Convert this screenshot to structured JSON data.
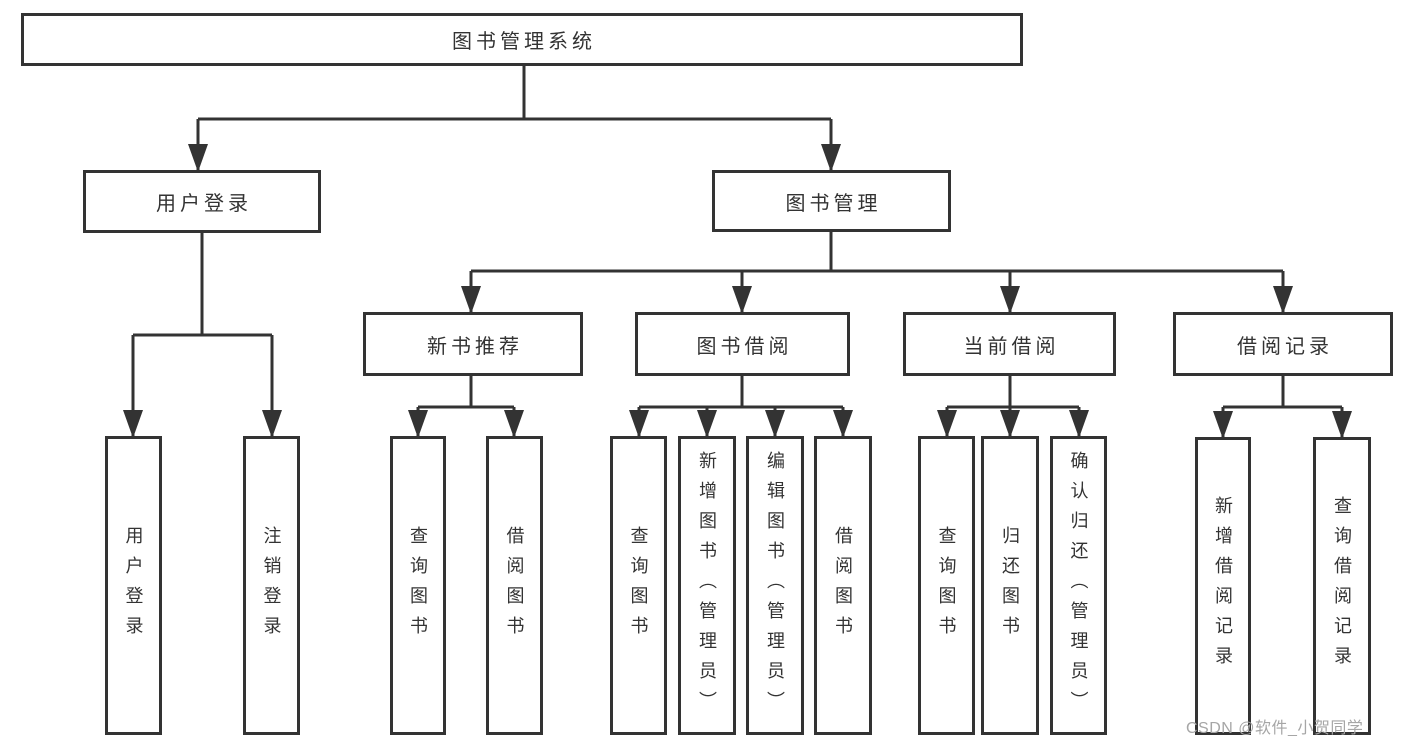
{
  "diagram": {
    "title": "图书管理系统",
    "level2": [
      {
        "label": "用户登录"
      },
      {
        "label": "图书管理"
      }
    ],
    "level3": [
      {
        "label": "新书推荐"
      },
      {
        "label": "图书借阅"
      },
      {
        "label": "当前借阅"
      },
      {
        "label": "借阅记录"
      }
    ],
    "leaves": {
      "user_login": [
        {
          "label": "用户登录"
        },
        {
          "label": "注销登录"
        }
      ],
      "new_book": [
        {
          "label": "查询图书"
        },
        {
          "label": "借阅图书"
        }
      ],
      "book_borrow": [
        {
          "label": "查询图书"
        },
        {
          "label": "新增图书（管理员）"
        },
        {
          "label": "编辑图书（管理员）"
        },
        {
          "label": "借阅图书"
        }
      ],
      "current_borrow": [
        {
          "label": "查询图书"
        },
        {
          "label": "归还图书"
        },
        {
          "label": "确认归还（管理员）"
        }
      ],
      "borrow_record": [
        {
          "label": "新增借阅记录"
        },
        {
          "label": "查询借阅记录"
        }
      ]
    },
    "watermark": "CSDN @软件_小贺同学",
    "colors": {
      "line": "#333333",
      "text": "#333333",
      "box_background": "#ffffff",
      "watermark": "#a6a6a6",
      "background": "#ffffff"
    }
  }
}
